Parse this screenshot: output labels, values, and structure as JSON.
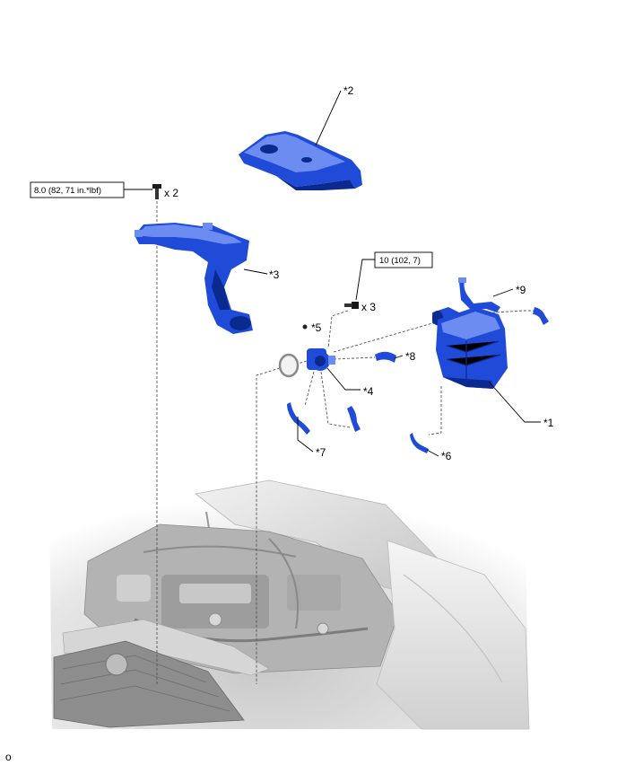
{
  "parts": {
    "p1": {
      "label": "*1"
    },
    "p2": {
      "label": "*2"
    },
    "p3": {
      "label": "*3"
    },
    "p4": {
      "label": "*4"
    },
    "p5": {
      "label": "*5"
    },
    "p6": {
      "label": "*6"
    },
    "p7": {
      "label": "*7"
    },
    "p8": {
      "label": "*8"
    },
    "p9": {
      "label": "*9"
    }
  },
  "torque_specs": [
    {
      "value": "8.0 (82, 71 in.*lbf)",
      "quantity": "x 2"
    },
    {
      "value": "10 (102, 7)",
      "quantity": "x 3"
    }
  ],
  "corner_mark": "o",
  "colors": {
    "part_fill": "#1f4bd8",
    "part_highlight": "#6d8cf2",
    "part_shadow": "#0b2a8f",
    "leader_line": "#000000",
    "dashed_line": "#555555"
  }
}
